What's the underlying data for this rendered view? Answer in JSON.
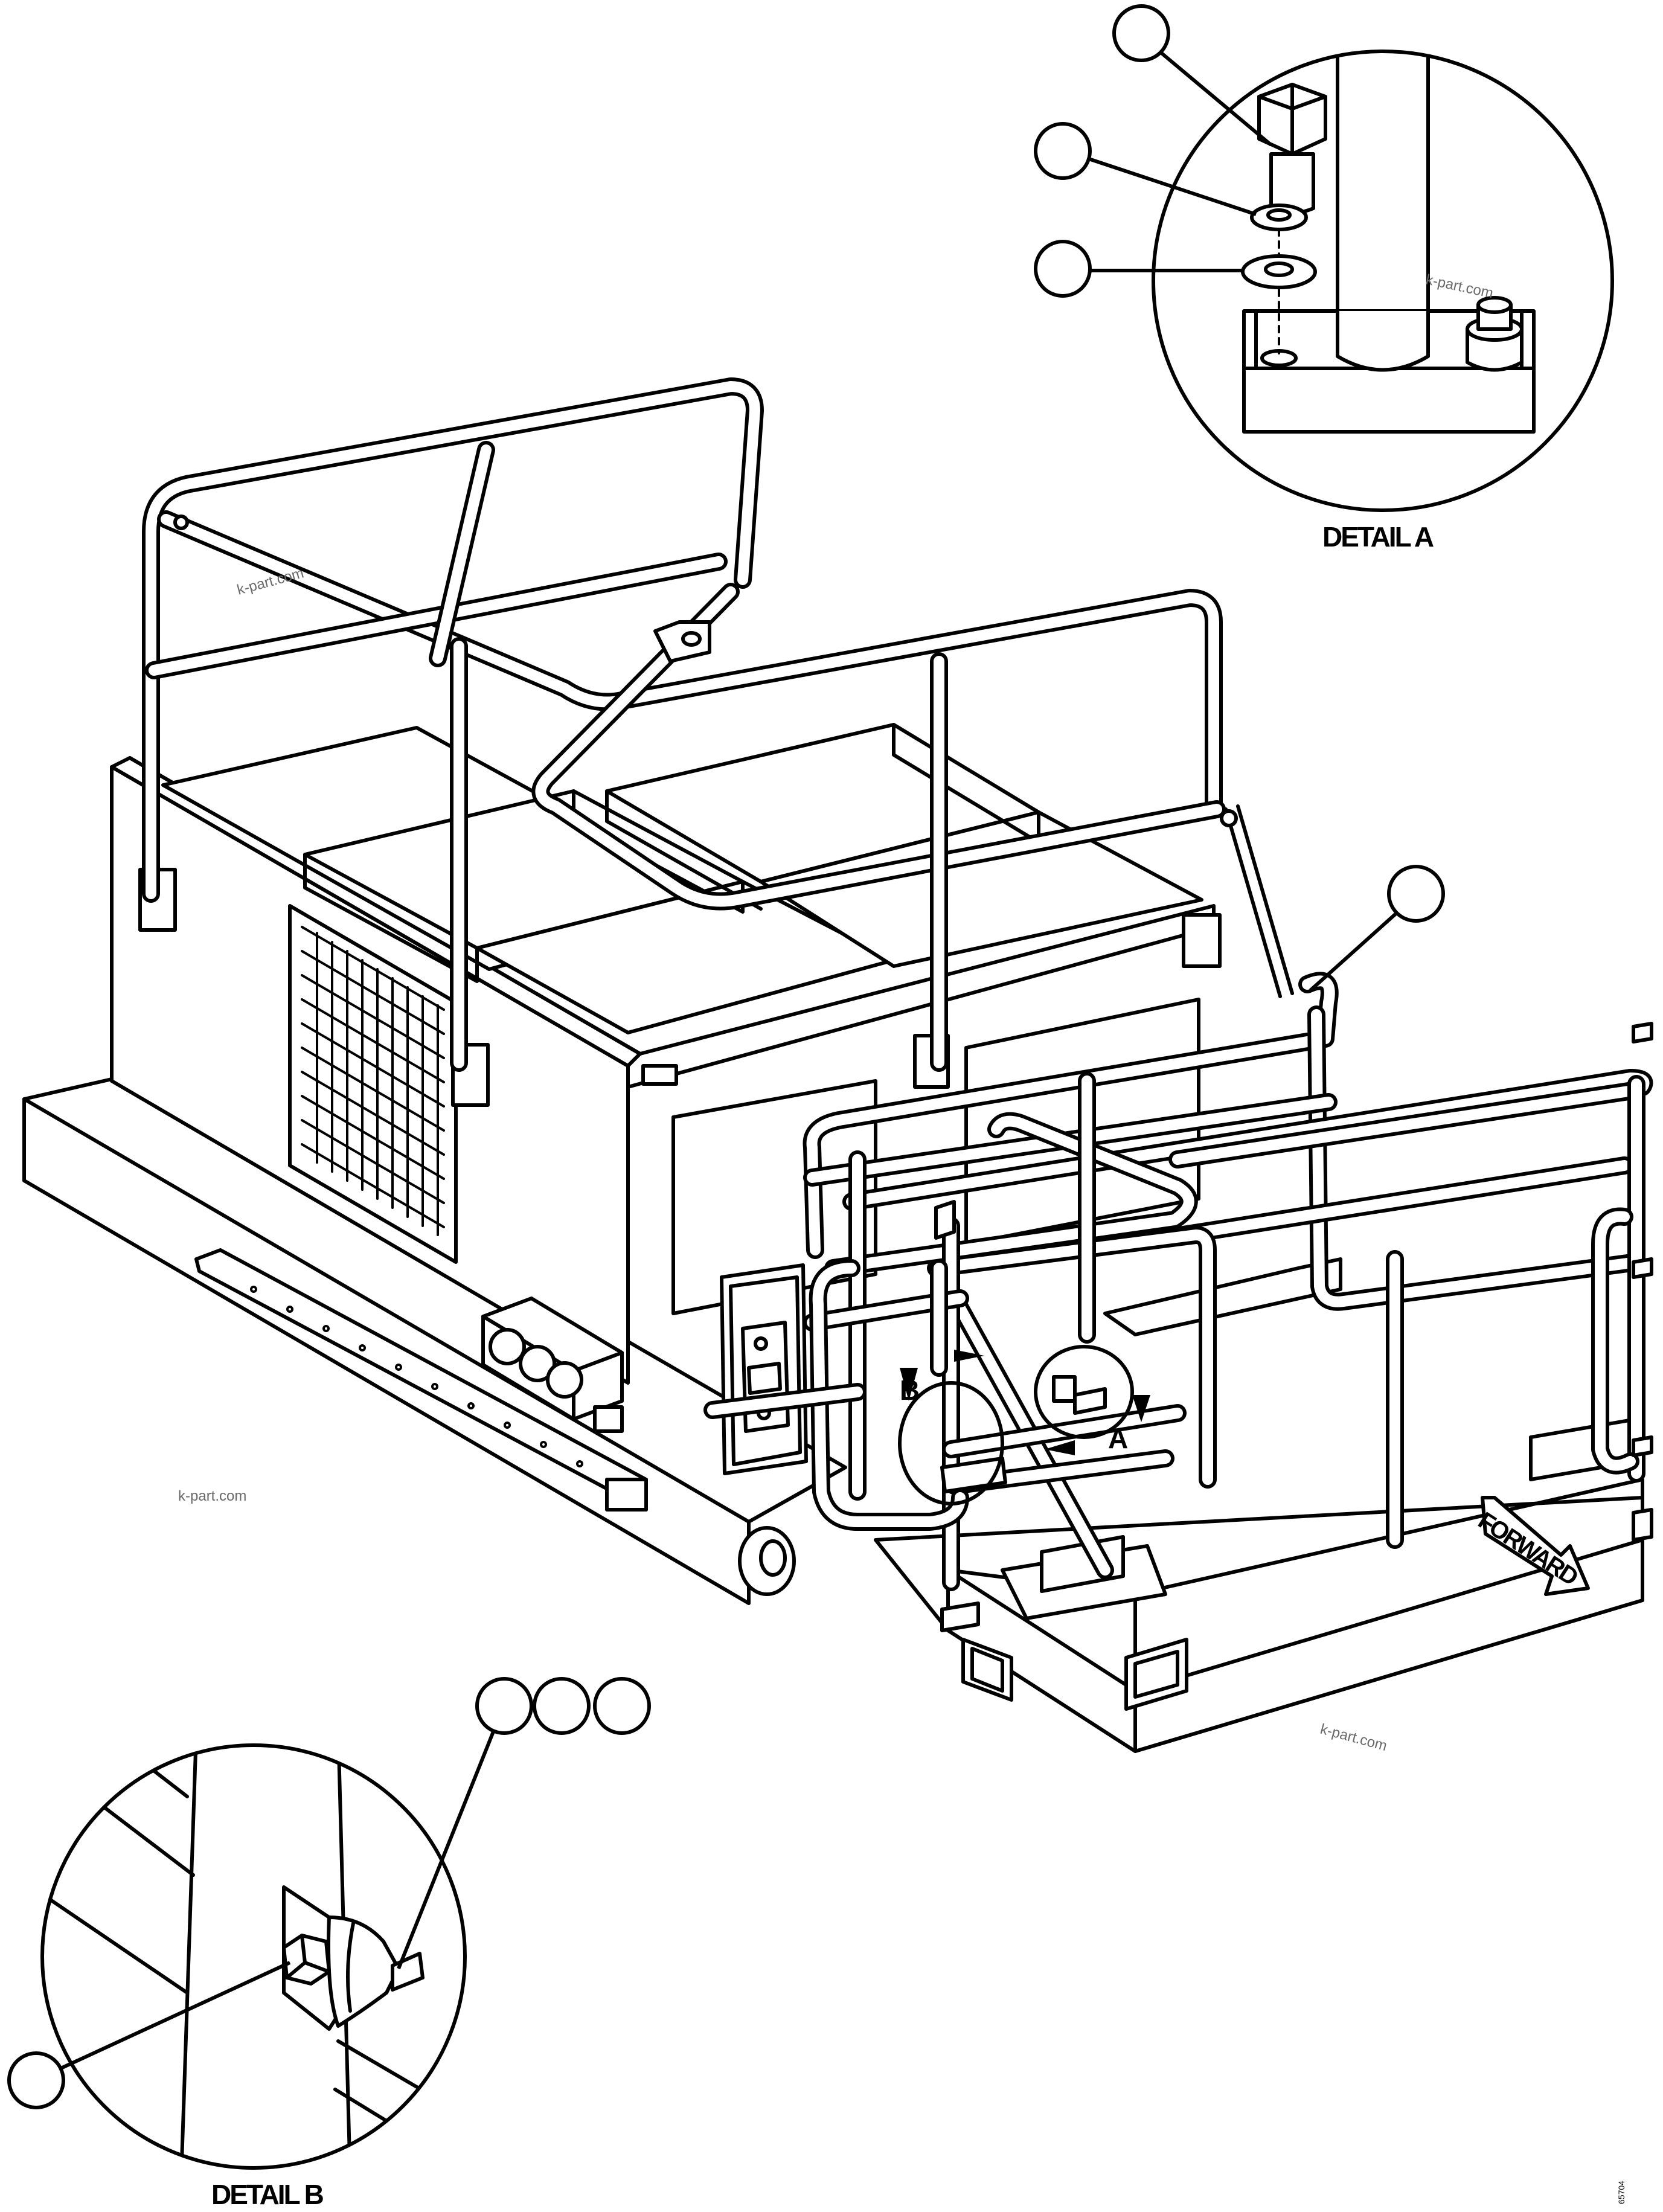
{
  "labels": {
    "detail_a": "DETAIL A",
    "detail_b": "DETAIL B",
    "forward": "FORWARD",
    "rotation_a": "A",
    "rotation_b": "B",
    "drawing_number": "65704"
  },
  "watermarks": [
    "k-part.com",
    "k-part.com",
    "k-part.com",
    "k-part.com"
  ]
}
